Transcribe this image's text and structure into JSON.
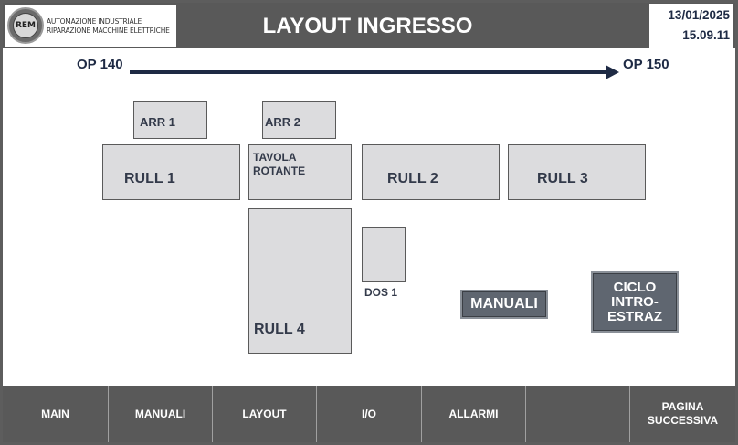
{
  "header": {
    "logo_mark": "REM",
    "logo_line1": "AUTOMAZIONE INDUSTRIALE",
    "logo_line2": "RIPARAZIONE MACCHINE ELETTRICHE",
    "title": "LAYOUT INGRESSO",
    "date": "13/01/2025",
    "time": "15.09.11"
  },
  "flow": {
    "from": "OP 140",
    "to": "OP 150",
    "arrow_color": "#1e2a44"
  },
  "stations": {
    "arr1": "ARR 1",
    "arr2": "ARR 2",
    "rull1": "RULL 1",
    "tavola_line1": "TAVOLA",
    "tavola_line2": "ROTANTE",
    "rull2": "RULL 2",
    "rull3": "RULL 3",
    "rull4": "RULL 4",
    "dos1": "DOS 1"
  },
  "buttons": {
    "manuali": "MANUALI",
    "ciclo_line1": "CICLO",
    "ciclo_line2": "INTRO-",
    "ciclo_line3": "ESTRAZ"
  },
  "nav": {
    "items": [
      "MAIN",
      "MANUALI",
      "LAYOUT",
      "I/O",
      "ALLARMI",
      "",
      "PAGINA SUCCESSIVA"
    ],
    "last_line1": "PAGINA",
    "last_line2": "SUCCESSIVA"
  },
  "colors": {
    "header_bg": "#595959",
    "station_fill": "#dcdcde",
    "button_fill": "#5f6670",
    "text_dark": "#1e2a44"
  }
}
